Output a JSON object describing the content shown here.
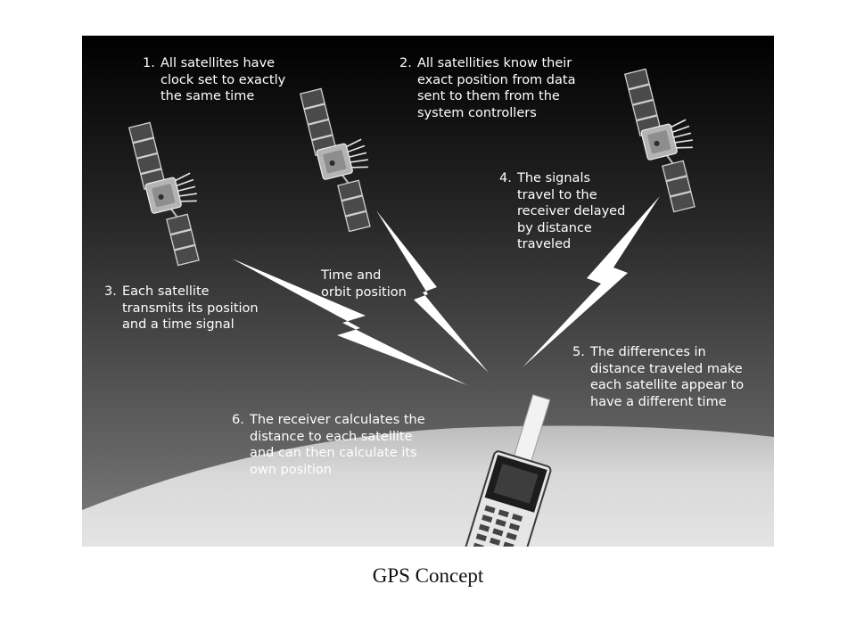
{
  "caption": "GPS Concept",
  "steps": [
    {
      "num": "1.",
      "text": "All satellites have\nclock set to exactly\nthe same time"
    },
    {
      "num": "2.",
      "text": "All satellities know their\nexact position from data\nsent to them from the\nsystem controllers"
    },
    {
      "num": "3.",
      "text": "Each satellite\ntransmits its position\nand a time signal"
    },
    {
      "num": "4.",
      "text": "The signals\ntravel to the\nreceiver delayed\nby distance\ntraveled"
    },
    {
      "num": "5.",
      "text": "The differences in\ndistance traveled make\neach satellite appear to\nhave a different time"
    },
    {
      "num": "6.",
      "text": "The receiver calculates the\ndistance to each satellite\nand can then calculate its\nown position"
    }
  ],
  "signal_label": "Time and\norbit position",
  "icons": [
    "satellite-icon",
    "satellite-icon",
    "satellite-icon",
    "lightning-signal-icon",
    "gps-receiver-icon",
    "earth-horizon"
  ],
  "colors": {
    "sky_top": "#000000",
    "sky_bottom": "#7a7a7a",
    "ground": "#d6d6d6",
    "text": "#ffffff",
    "caption": "#111111"
  }
}
